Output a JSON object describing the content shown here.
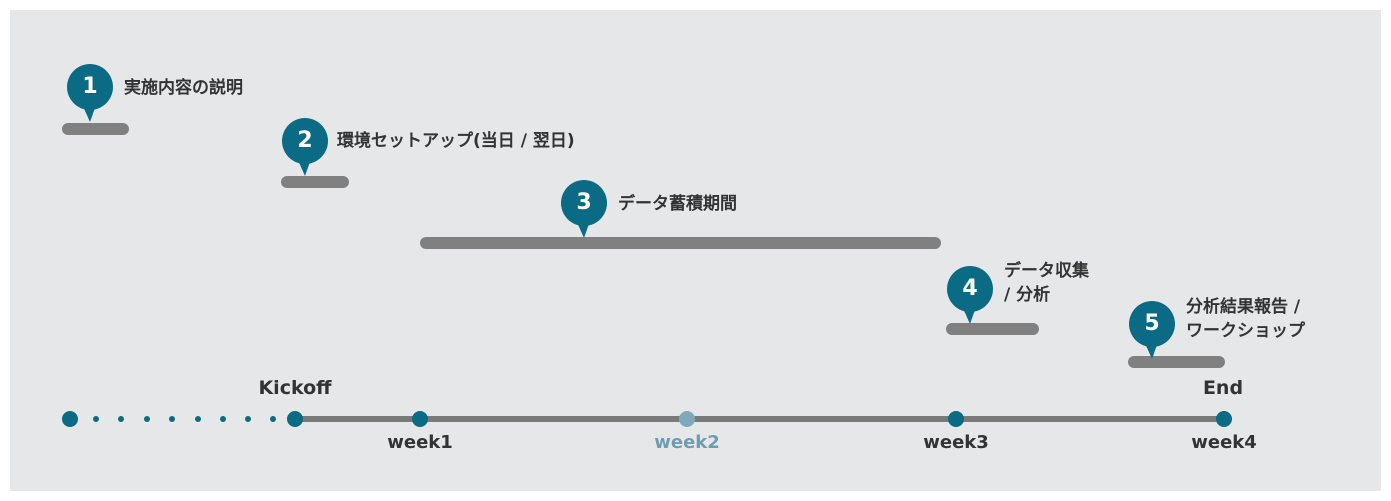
{
  "colors": {
    "accent": "#0b6a84",
    "bar": "#808080",
    "muted": "#7fa9bb",
    "background": "#e6e7e9"
  },
  "phases": [
    {
      "number": "1",
      "label_lines": [
        "実施内容の説明"
      ]
    },
    {
      "number": "2",
      "label_lines": [
        "環境セットアップ(当日 / 翌日)"
      ]
    },
    {
      "number": "3",
      "label_lines": [
        "データ蓄積期間"
      ]
    },
    {
      "number": "4",
      "label_lines": [
        "データ収集",
        "/ 分析"
      ]
    },
    {
      "number": "5",
      "label_lines": [
        "分析結果報告 /",
        "ワークショップ"
      ]
    }
  ],
  "timeline": {
    "start_label": "Kickoff",
    "end_label": "End",
    "weeks": [
      {
        "label": "week1",
        "highlight": false
      },
      {
        "label": "week2",
        "highlight": true
      },
      {
        "label": "week3",
        "highlight": false
      },
      {
        "label": "week4",
        "highlight": false
      }
    ]
  }
}
